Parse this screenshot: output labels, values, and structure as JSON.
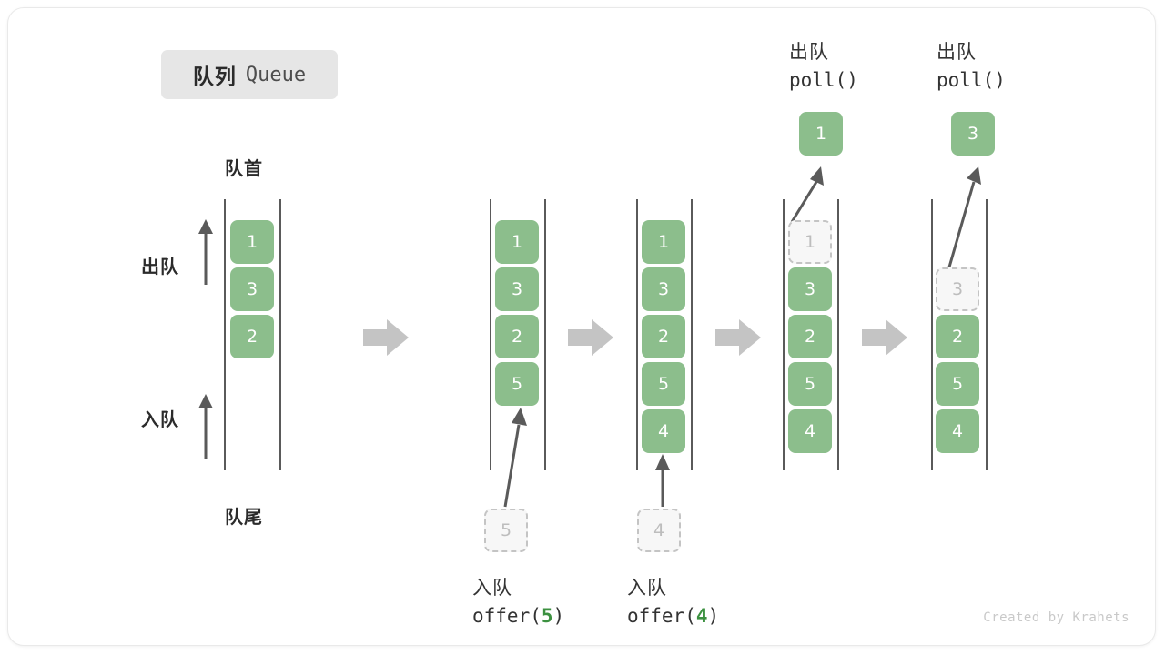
{
  "title": {
    "cn": "队列",
    "en": "Queue"
  },
  "labels": {
    "head": "队首",
    "tail": "队尾",
    "dequeue": "出队",
    "enqueue": "入队"
  },
  "colors": {
    "element_fill": "#8cbe8c",
    "element_text": "#ffffff",
    "ghost_fill": "#f7f7f7",
    "ghost_border": "#c4c4c4",
    "ghost_text": "#bdbdbd",
    "rail": "#5a5a5a",
    "flow_arrow": "#c4c4c4",
    "highlight_green": "#3c9140",
    "chip_bg": "#e6e6e6"
  },
  "credit": "Created by Krahets",
  "steps": [
    {
      "id": "initial",
      "op_cn": "",
      "op_code": "",
      "elements": [
        "1",
        "3",
        "2"
      ],
      "ghost_index": -1,
      "incoming": null,
      "popped": null
    },
    {
      "id": "offer-5",
      "op_cn": "入队",
      "op_code_prefix": "offer(",
      "op_code_value": "5",
      "op_code_suffix": ")",
      "elements": [
        "1",
        "3",
        "2",
        "5"
      ],
      "ghost_index": -1,
      "incoming": "5",
      "popped": null
    },
    {
      "id": "offer-4",
      "op_cn": "入队",
      "op_code_prefix": "offer(",
      "op_code_value": "4",
      "op_code_suffix": ")",
      "elements": [
        "1",
        "3",
        "2",
        "5",
        "4"
      ],
      "ghost_index": -1,
      "incoming": "4",
      "popped": null
    },
    {
      "id": "poll-1",
      "op_cn": "出队",
      "op_code_prefix": "poll()",
      "op_code_value": "",
      "op_code_suffix": "",
      "elements": [
        "1",
        "3",
        "2",
        "5",
        "4"
      ],
      "ghost_index": 0,
      "incoming": null,
      "popped": "1"
    },
    {
      "id": "poll-3",
      "op_cn": "出队",
      "op_code_prefix": "poll()",
      "op_code_value": "",
      "op_code_suffix": "",
      "elements": [
        "3",
        "2",
        "5",
        "4"
      ],
      "ghost_index": 0,
      "incoming": null,
      "popped": "3"
    }
  ],
  "col1_slots": [
    "1",
    "3",
    "2"
  ],
  "col2_slots": [
    "1",
    "3",
    "2",
    "5"
  ],
  "col3_slots": [
    "1",
    "3",
    "2",
    "5",
    "4"
  ],
  "col4_slots": [
    "1",
    "3",
    "2",
    "5",
    "4"
  ],
  "col5_slots": [
    "3",
    "2",
    "5",
    "4"
  ],
  "col2_incoming": "5",
  "col3_incoming": "4",
  "col4_popped": "1",
  "col5_popped": "3",
  "op2_cn": "入队",
  "op2_pre": "offer(",
  "op2_val": "5",
  "op2_post": ")",
  "op3_cn": "入队",
  "op3_pre": "offer(",
  "op3_val": "4",
  "op3_post": ")",
  "op4_cn": "出队",
  "op4_code": "poll()",
  "op5_cn": "出队",
  "op5_code": "poll()"
}
